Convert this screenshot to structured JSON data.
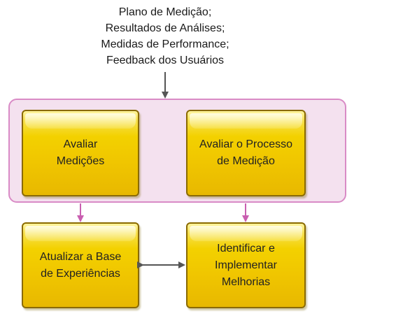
{
  "inputs": {
    "lines": [
      "Plano de Medição;",
      "Resultados de Análises;",
      "Medidas de Performance;",
      "Feedback dos Usuários"
    ]
  },
  "boxes": {
    "avaliar_medicoes": "Avaliar\nMedições",
    "avaliar_processo": "Avaliar o Processo\nde Medição",
    "atualizar_base": "Atualizar a Base\nde Experiências",
    "identificar_melhorias": "Identificar e\nImplementar\nMelhorias"
  },
  "colors": {
    "box_fill": "#f3d100",
    "box_border": "#8a6a00",
    "group_fill": "#f4e1ef",
    "group_border": "#d98bc6",
    "arrow_gray": "#555555",
    "arrow_pink": "#c95fb0"
  }
}
